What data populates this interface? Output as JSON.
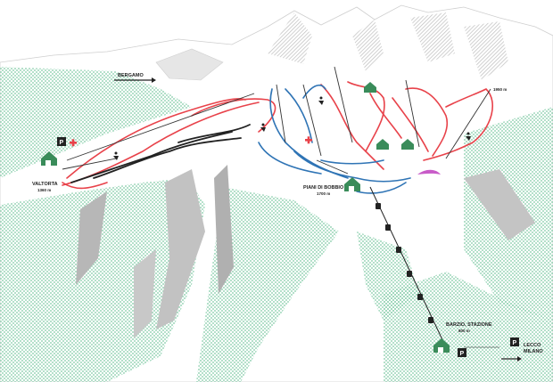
{
  "labels": {
    "bergamo": "BERGAMO",
    "valtorta_name": "VALTORTA",
    "valtorta_alt": "1360 m",
    "piani_name": "PIANI DI BOBBIO",
    "piani_alt": "1700 m",
    "barzio_name": "BARZIO, STAZIONE",
    "barzio_alt": "800 m",
    "peak_alt": "1950 m",
    "lecco": "LECCO",
    "milano": "MILANO"
  },
  "parking_symbol": "P",
  "icons": [
    "parking-icon",
    "first-aid-icon",
    "lodge-icon",
    "skier-icon",
    "paraglider-icon",
    "cable-car-icon",
    "arrow-icon"
  ],
  "colors": {
    "red_slope": "#e8424a",
    "blue_slope": "#2f74b5",
    "black_slope": "#222222",
    "forest_dot": "#7ec9a4",
    "rock": "#b5b5b5",
    "lodge": "#3a8c5a",
    "paraglider": "#c85bc8"
  }
}
